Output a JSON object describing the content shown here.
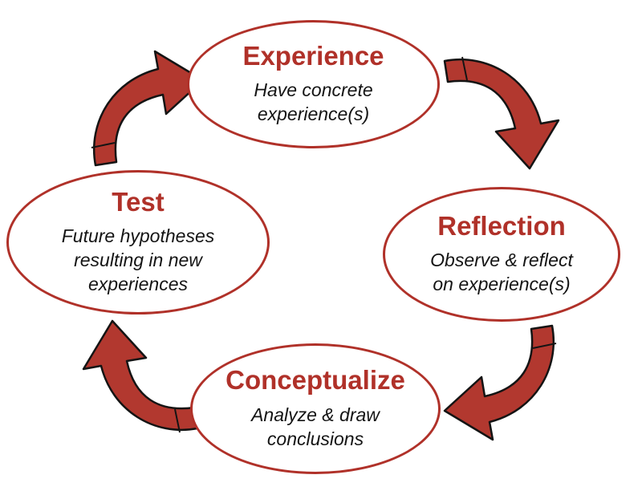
{
  "colors": {
    "accent": "#b03129",
    "arrow_fill": "#b2382f",
    "arrow_outline": "#141414",
    "text": "#141414",
    "background": "#ffffff"
  },
  "diagram": {
    "type": "cycle",
    "direction": "clockwise",
    "nodes": [
      {
        "id": "experience",
        "title": "Experience",
        "description": "Have concrete experience(s)"
      },
      {
        "id": "reflection",
        "title": "Reflection",
        "description": "Observe & reflect on experience(s)"
      },
      {
        "id": "conceptualize",
        "title": "Conceptualize",
        "description": "Analyze & draw conclusions"
      },
      {
        "id": "test",
        "title": "Test",
        "description": "Future hypotheses resulting in new experiences"
      }
    ],
    "edges": [
      {
        "from": "experience",
        "to": "reflection"
      },
      {
        "from": "reflection",
        "to": "conceptualize"
      },
      {
        "from": "conceptualize",
        "to": "test"
      },
      {
        "from": "test",
        "to": "experience"
      }
    ]
  }
}
